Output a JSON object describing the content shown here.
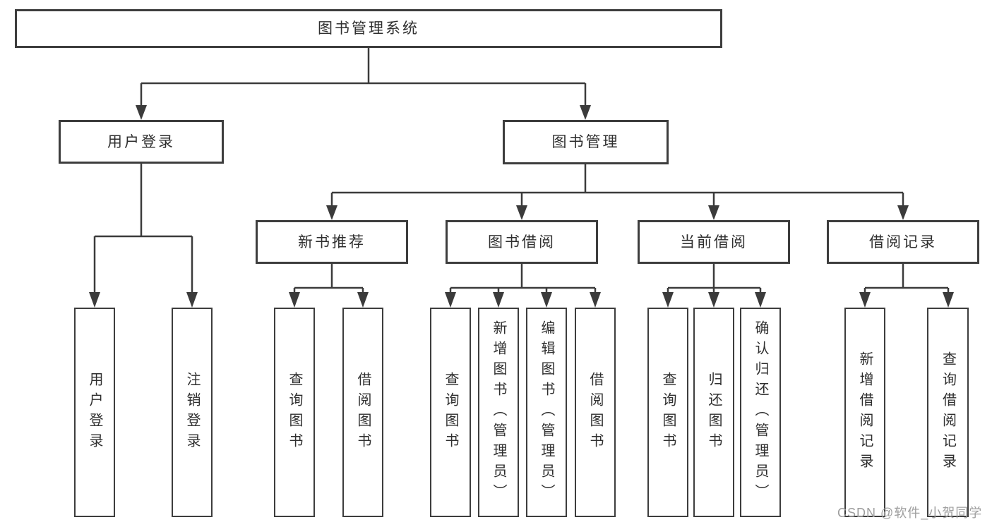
{
  "diagram": {
    "title": "图书管理系统",
    "level2": {
      "user_login": "用户登录",
      "book_mgmt": "图书管理"
    },
    "level3": {
      "new_book_rec": "新书推荐",
      "book_borrow": "图书借阅",
      "current_borrow": "当前借阅",
      "borrow_record": "借阅记录"
    },
    "leaves": {
      "user_login": [
        "用户登录",
        "注销登录"
      ],
      "new_book_rec": [
        "查询图书",
        "借阅图书"
      ],
      "book_borrow": [
        "查询图书",
        "新增图书（管理员）",
        "编辑图书（管理员）",
        "借阅图书"
      ],
      "current_borrow": [
        "查询图书",
        "归还图书",
        "确认归还（管理员）"
      ],
      "borrow_record": [
        "新增借阅记录",
        "查询借阅记录"
      ]
    }
  },
  "colors": {
    "line": "#3b3b3b",
    "box_border": "#3d3d3d",
    "text": "#2f2f2f",
    "background": "#ffffff",
    "watermark": "#9e9e9e"
  },
  "watermark": {
    "text": "CSDN @软件_小贺同学"
  }
}
